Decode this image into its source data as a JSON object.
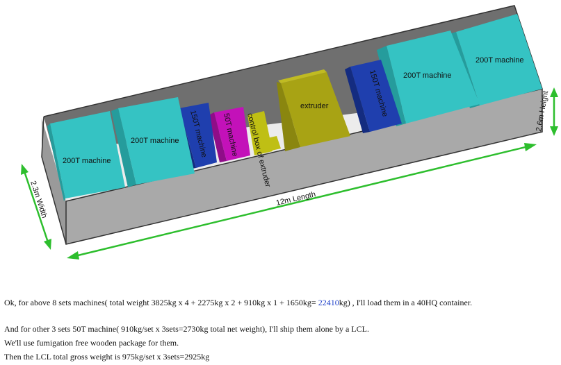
{
  "diagram": {
    "labels": {
      "m1": "200T machine",
      "m2": "200T machine",
      "m3": "150T machine",
      "m4": "50T machine",
      "m5": "control box of extruder",
      "m6": "extruder",
      "m7": "150T machine",
      "m8": "200T machine",
      "m9": "200T machine"
    },
    "dimensions": {
      "length": "12m Length",
      "width": "2.3m Width",
      "height": "2.6m Height"
    },
    "colors": {
      "machine_200t": "#35c3c3",
      "machine_150t": "#1f3fae",
      "machine_50t": "#c311b9",
      "extruder": "#a8a314",
      "control_box": "#bfbf14",
      "container_wall": "#a9a9a9",
      "container_floor": "#ececec",
      "arrow": "#2dbe2d"
    }
  },
  "text": {
    "line1_before": "Ok, for above 8 sets machines( total weight 3825kg x 4 + 2275kg x 2 + 910kg x 1 + 1650kg= ",
    "line1_highlight": "22410",
    "line1_after": "kg) , I'll load them in a 40HQ container.",
    "line2": "And for other 3 sets 50T machine( 910kg/set x 3sets=2730kg total net weight), I'll ship them alone by a LCL.",
    "line3": "We'll use fumigation free wooden package for them.",
    "line4": "Then the LCL total gross weight is 975kg/set x 3sets=2925kg"
  }
}
